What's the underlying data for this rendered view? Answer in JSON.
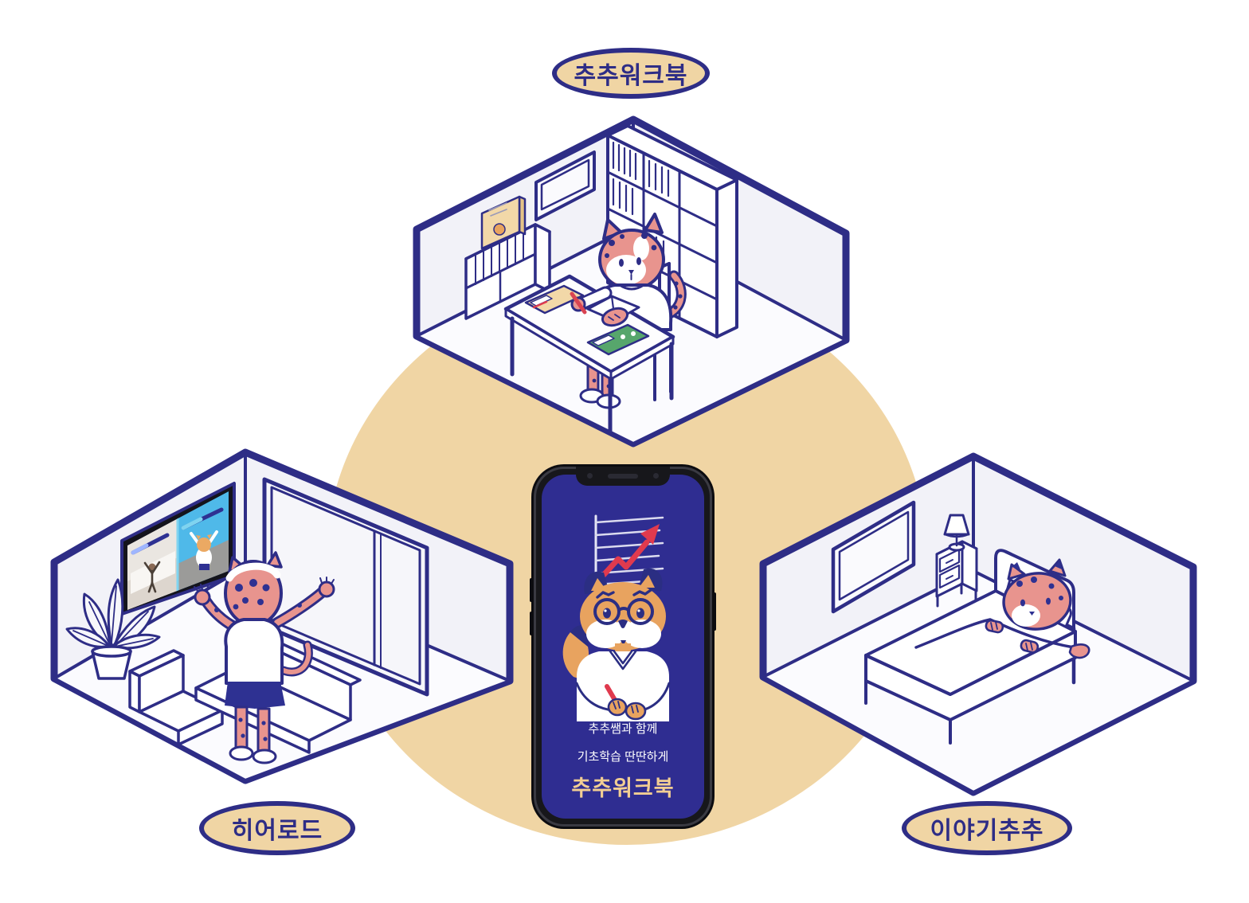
{
  "badges": {
    "top": "추추워크북",
    "bottom_left": "히어로드",
    "bottom_right": "이야기추추"
  },
  "phone": {
    "tagline_line1": "추추쌤과 함께",
    "tagline_line2": "기초학습 딴딴하게",
    "app_title": "추추워크북"
  },
  "icons": {
    "phone_graphic": "rising-line-chart-icon",
    "phone_mascot": "fox-teacher-with-glasses-holding-red-pen",
    "top_room": "study-room-leopard-writing-workbook",
    "left_room": "living-room-leopard-exercising-with-tv",
    "right_room": "bedroom-leopard-sleeping"
  },
  "colors": {
    "outline_navy": "#2E2D86",
    "screen_navy": "#2F2D91",
    "circle_tan": "#F0D5A4",
    "badge_tan": "#F0D5A4",
    "character_pink": "#E8948E",
    "fox_tan": "#E8A35F",
    "accent_red": "#E03A4E",
    "workbook_green": "#57A66C",
    "sky_blue": "#4FB9E9",
    "app_title_gold": "#F2CE93"
  }
}
